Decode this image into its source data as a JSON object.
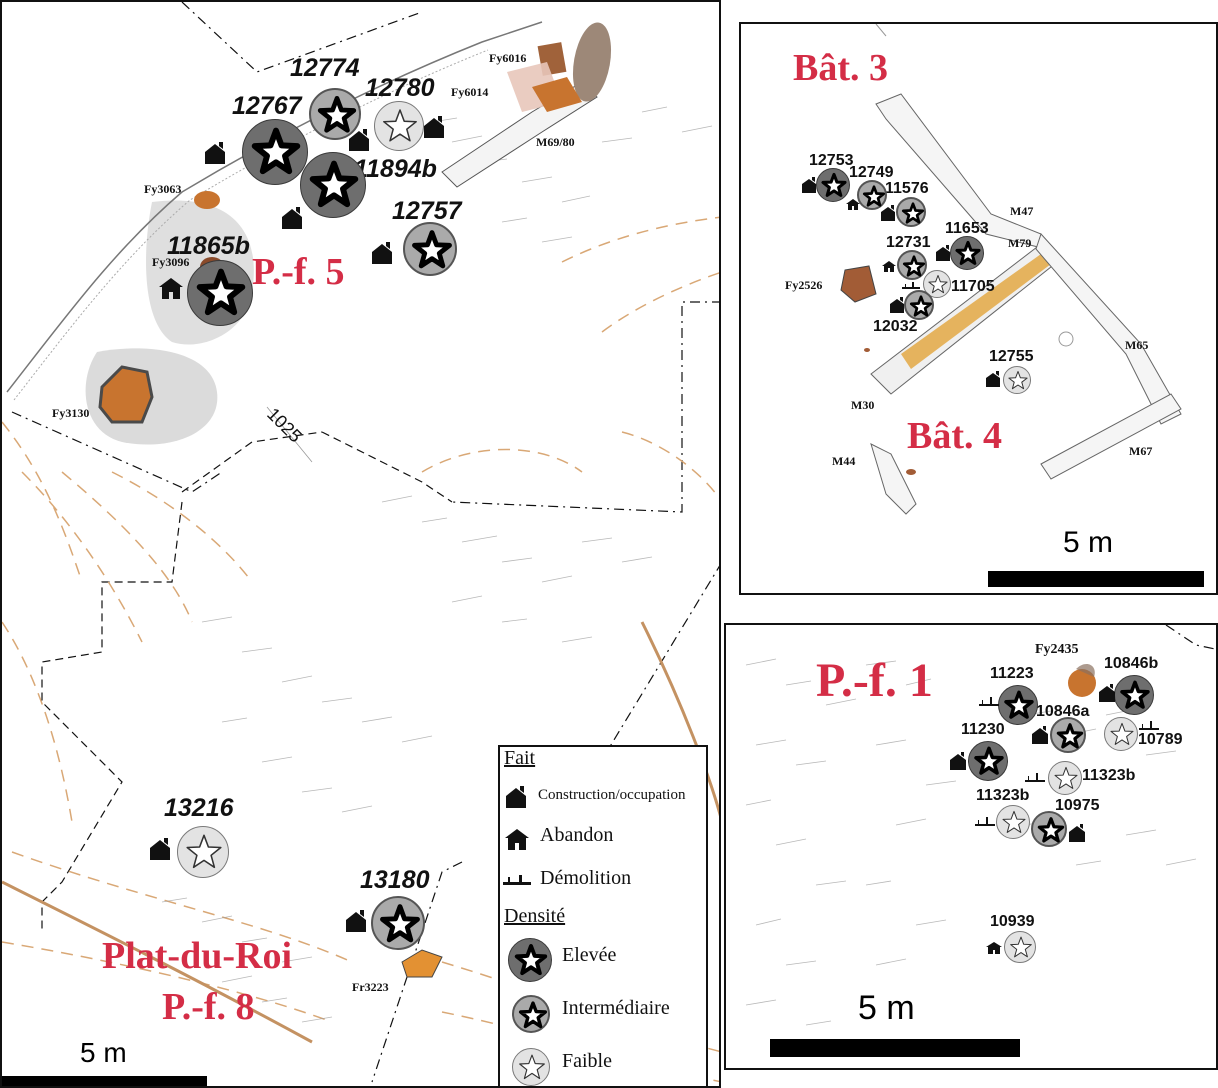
{
  "main_panel": {
    "zone_label": "P.-f. 5",
    "site_label_line1": "Plat-du-Roi",
    "site_label_line2": "P.-f. 8",
    "contour_label": "1025",
    "scale_label": "5 m",
    "features": {
      "fy6016": "Fy6016",
      "fy6014": "Fy6014",
      "m69_80": "M69/80",
      "fy3063": "Fy3063",
      "fy3096": "Fy3096",
      "fy3130": "Fy3130",
      "fr3223": "Fr3223"
    },
    "samples": [
      {
        "id": "12774",
        "density": "mid"
      },
      {
        "id": "12780",
        "density": "low"
      },
      {
        "id": "12767",
        "density": "high"
      },
      {
        "id": "11894b",
        "density": "high"
      },
      {
        "id": "12757",
        "density": "mid"
      },
      {
        "id": "11865b",
        "density": "high"
      },
      {
        "id": "13216",
        "density": "low"
      },
      {
        "id": "13180",
        "density": "mid"
      }
    ]
  },
  "bat_panel": {
    "title_top": "Bât. 3",
    "title_bottom": "Bât. 4",
    "scale_label": "5 m",
    "features": {
      "m47": "M47",
      "m79": "M79",
      "fy2526": "Fy2526",
      "m65": "M65",
      "m30": "M30",
      "m44": "M44",
      "m67": "M67"
    },
    "samples": [
      {
        "id": "12753",
        "density": "high"
      },
      {
        "id": "12749",
        "density": "mid"
      },
      {
        "id": "11576",
        "density": "mid"
      },
      {
        "id": "11653",
        "density": "high"
      },
      {
        "id": "12731",
        "density": "mid"
      },
      {
        "id": "11705",
        "density": "low"
      },
      {
        "id": "12032",
        "density": "mid"
      },
      {
        "id": "12755",
        "density": "low"
      }
    ]
  },
  "pf1_panel": {
    "title": "P.-f. 1",
    "scale_label": "5 m",
    "features": {
      "fy2435": "Fy2435"
    },
    "samples": [
      {
        "id": "11223",
        "density": "high"
      },
      {
        "id": "10846b",
        "density": "high"
      },
      {
        "id": "10846a",
        "density": "mid"
      },
      {
        "id": "11230",
        "density": "high"
      },
      {
        "id": "10789",
        "density": "low"
      },
      {
        "id": "11323b",
        "density": "low"
      },
      {
        "id": "11323b",
        "density": "low"
      },
      {
        "id": "10975",
        "density": "mid"
      },
      {
        "id": "10939",
        "density": "low"
      }
    ]
  },
  "legend": {
    "fait_title": "Fait",
    "fait_items": [
      {
        "icon": "construction-icon",
        "label": "Construction/occupation"
      },
      {
        "icon": "abandon-icon",
        "label": "Abandon"
      },
      {
        "icon": "demolition-icon",
        "label": "Démolition"
      }
    ],
    "densite_title": "Densité",
    "densite_items": [
      {
        "icon": "star-high-icon",
        "label": "Elevée"
      },
      {
        "icon": "star-mid-icon",
        "label": "Intermédiaire"
      },
      {
        "icon": "star-low-icon",
        "label": "Faible"
      }
    ]
  },
  "colors": {
    "title_red": "#d42d46",
    "marker_high": "#6e6e6e",
    "marker_mid": "#aaaaaa",
    "marker_low": "#e3e3e3",
    "pit_orange": "#c8742f",
    "wall_ochre": "#e2a43a"
  }
}
